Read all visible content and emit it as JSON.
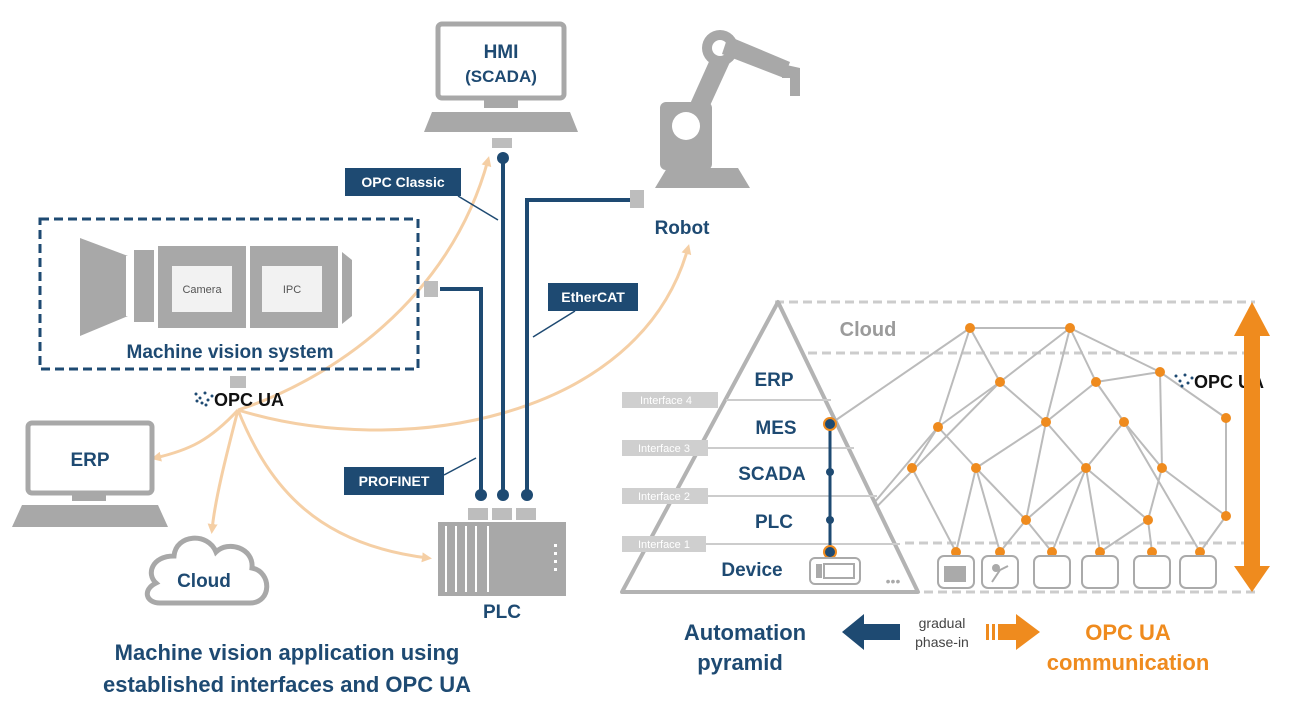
{
  "left": {
    "hmi": {
      "line1": "HMI",
      "line2": "(SCADA)"
    },
    "robot": "Robot",
    "opc_classic": "OPC Classic",
    "ethercat": "EtherCAT",
    "profinet": "PROFINET",
    "plc": "PLC",
    "erp": "ERP",
    "cloud": "Cloud",
    "camera": "Camera",
    "ipc": "IPC",
    "mvs": "Machine vision system",
    "opcua_logo": "OPC UA",
    "caption1": "Machine vision application using",
    "caption2": "established interfaces and OPC UA"
  },
  "right": {
    "cloud": "Cloud",
    "levels": [
      "ERP",
      "MES",
      "SCADA",
      "PLC",
      "Device"
    ],
    "interfaces": [
      "Interface 4",
      "Interface 3",
      "Interface 2",
      "Interface 1"
    ],
    "ellipsis": "•••",
    "opcua_logo": "OPC UA",
    "automation1": "Automation",
    "automation2": "pyramid",
    "gradual1": "gradual",
    "gradual2": "phase-in",
    "opcua_comm1": "OPC UA",
    "opcua_comm2": "communication"
  },
  "colors": {
    "dark_blue": "#1e4a72",
    "gray": "#9b9b9b",
    "light_gray": "#d9d9d9",
    "orange": "#ef8b1e",
    "peach": "#f5cfa5"
  }
}
